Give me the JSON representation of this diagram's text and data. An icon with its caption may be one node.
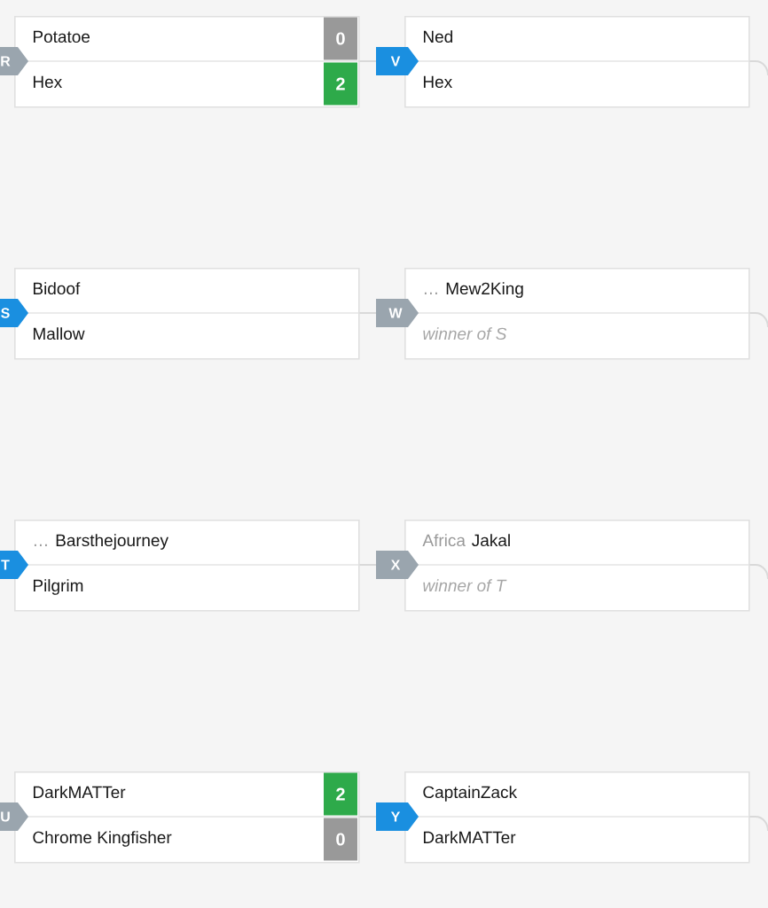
{
  "diagram": {
    "nodes": [
      {
        "text": [
          "R",
          "Potatoe",
          "Hex",
          "0",
          "2"
        ]
      },
      {
        "text": [
          "V",
          "Ned",
          "Hex"
        ]
      },
      {
        "text": [
          "S",
          "Bidoof",
          "Mallow"
        ]
      },
      {
        "text": [
          "W",
          "…",
          "Mew2King",
          "winner of S"
        ]
      },
      {
        "text": [
          "T",
          "…",
          "Barsthejourney",
          "Pilgrim"
        ]
      },
      {
        "text": [
          "X",
          "Africa",
          "Jakal",
          "winner of T"
        ]
      },
      {
        "text": [
          "U",
          "DarkMATTer",
          "Chrome Kingfisher",
          "2",
          "0"
        ]
      },
      {
        "text": [
          "Y",
          "CaptainZack",
          "DarkMATTer"
        ]
      }
    ],
    "edges": [
      {
        "from": 0,
        "to": 1,
        "arrow": "none"
      },
      {
        "from": 2,
        "to": 3,
        "arrow": "none"
      },
      {
        "from": 4,
        "to": 5,
        "arrow": "none"
      },
      {
        "from": 6,
        "to": 7,
        "arrow": "none"
      },
      {
        "from": 1,
        "to": null,
        "arrow": "none"
      },
      {
        "from": 3,
        "to": null,
        "arrow": "none"
      },
      {
        "from": 5,
        "to": null,
        "arrow": "none"
      },
      {
        "from": 7,
        "to": null,
        "arrow": "none"
      }
    ]
  }
}
